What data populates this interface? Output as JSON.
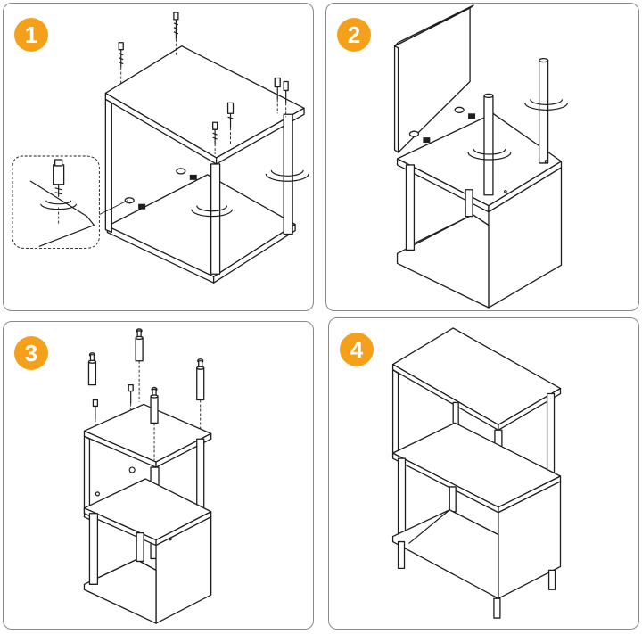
{
  "theme": {
    "badge_color": "#f5a01a",
    "line_color": "#1e1e1e",
    "panel_border": "#8a8a8a"
  },
  "steps": [
    {
      "number": "1"
    },
    {
      "number": "2"
    },
    {
      "number": "3"
    },
    {
      "number": "4"
    }
  ]
}
